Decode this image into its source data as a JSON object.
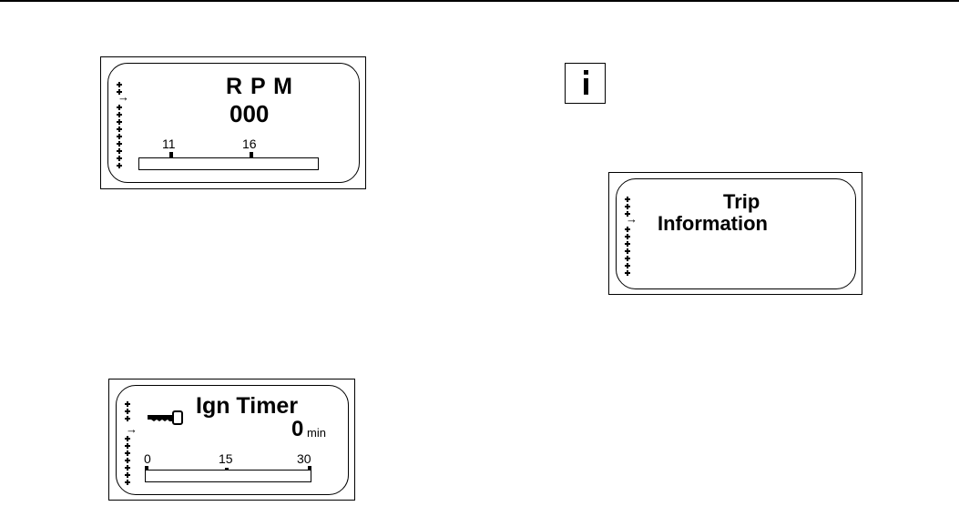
{
  "rpm_screen": {
    "title": "R P M",
    "value": "000",
    "scale_labels": [
      "11",
      "16"
    ]
  },
  "trip_screen": {
    "line1": "Trip",
    "line2": "Information"
  },
  "info_icon": {
    "icon": "info-icon",
    "label": "i"
  },
  "ign_screen": {
    "title": "Ign Timer",
    "value": "0",
    "unit": "min",
    "scale_labels": [
      "0",
      "15",
      "30"
    ],
    "icon": "key-icon"
  }
}
